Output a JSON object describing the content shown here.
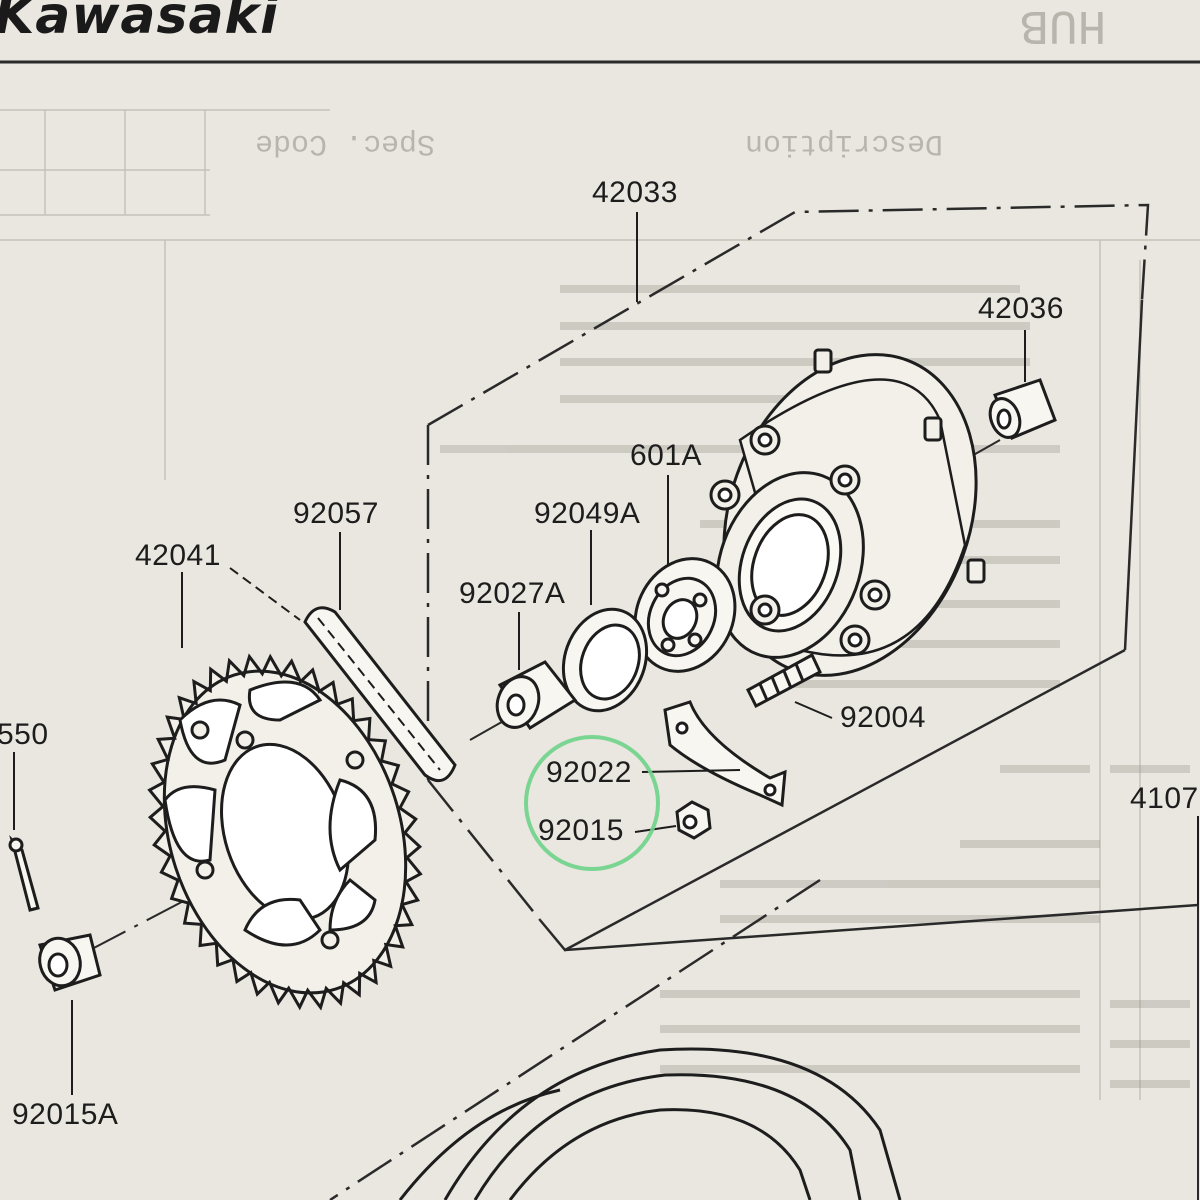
{
  "brand": {
    "name": "Kawasaki"
  },
  "header": {
    "hub_fragment": "HUB",
    "description_heading": "Description",
    "spec_code_heading": "Spec. Code"
  },
  "parts": [
    {
      "id": "42033"
    },
    {
      "id": "42036"
    },
    {
      "id": "601A"
    },
    {
      "id": "92049A"
    },
    {
      "id": "92057"
    },
    {
      "id": "42041"
    },
    {
      "id": "92027A"
    },
    {
      "id": "92004"
    },
    {
      "id": "92022"
    },
    {
      "id": "92015"
    },
    {
      "id": "550"
    },
    {
      "id": "4107"
    },
    {
      "id": "92015A"
    }
  ],
  "highlight": {
    "target_part": "92015",
    "color": "#6fd38a"
  },
  "colors": {
    "paper": "#e9e7df",
    "ink": "#1d1d1d",
    "bleed_ink": "#8a877f"
  }
}
